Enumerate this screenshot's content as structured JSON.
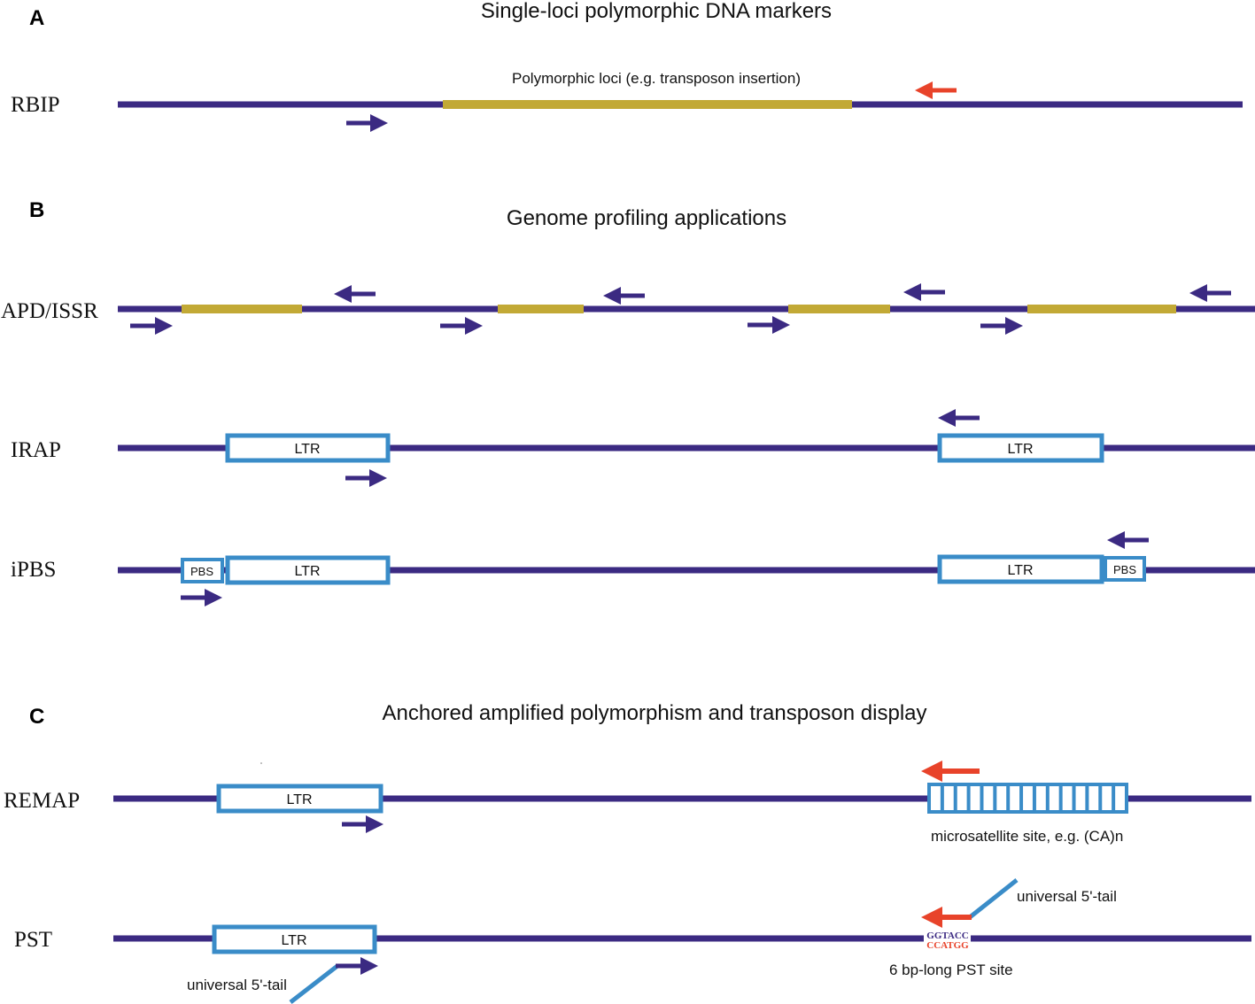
{
  "colors": {
    "dna_strand": "#3b2a82",
    "polymorphic_segment": "#c2a935",
    "element_box": "#3a8cc8",
    "primer": "#3b2a82",
    "anchor_primer": "#e8432a",
    "tail": "#3a8cc8",
    "top_strand_text": "#3b2a82",
    "bottom_strand_text": "#e8432a"
  },
  "panels": {
    "a": {
      "letter": "A",
      "title": "Single-loci polymorphic DNA markers"
    },
    "b": {
      "letter": "B",
      "title": "Genome profiling applications"
    },
    "c": {
      "letter": "C",
      "title": "Anchored amplified polymorphism and transposon display"
    }
  },
  "rows": {
    "rbip": {
      "label": "RBIP",
      "annotation": "Polymorphic loci (e.g. transposon insertion)"
    },
    "apd_issr": {
      "label": "APD/ISSR"
    },
    "irap": {
      "label": "IRAP",
      "ltr_left": "LTR",
      "ltr_right": "LTR"
    },
    "ipbs": {
      "label": "iPBS",
      "pbs_left": "PBS",
      "ltr_left": "LTR",
      "ltr_right": "LTR",
      "pbs_right": "PBS"
    },
    "remap": {
      "label": "REMAP",
      "ltr": "LTR",
      "microsatellite_note": "microsatellite site, e.g. (CA)n"
    },
    "pst": {
      "label": "PST",
      "ltr": "LTR",
      "tail_left_label": "universal 5'-tail",
      "tail_right_label": "universal 5'-tail",
      "site_top": "GGTACC",
      "site_bottom": "CCATGG",
      "site_note": "6 bp-long PST site"
    }
  }
}
